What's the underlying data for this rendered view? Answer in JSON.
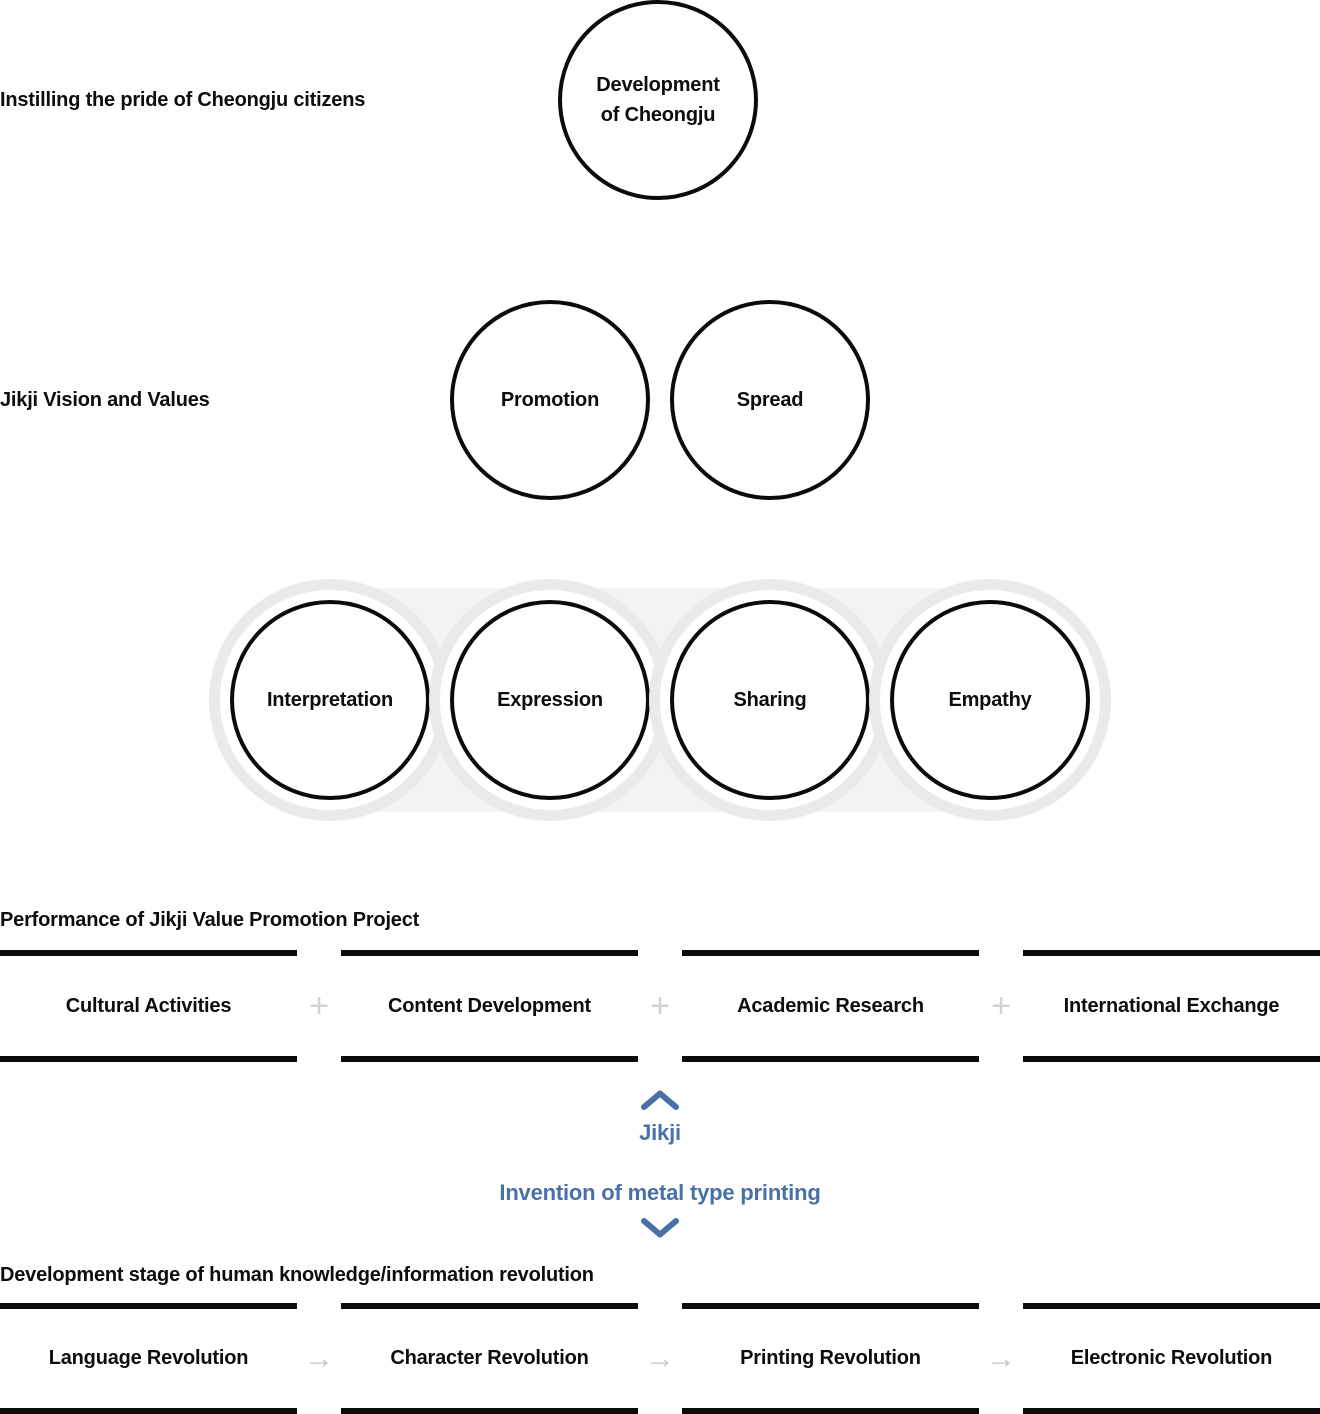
{
  "colors": {
    "accent_blue": "#4a70a8",
    "band_gray": "#f3f3f3",
    "halo_gray": "#eaeaea",
    "plus_gray": "#d2d2d2",
    "arrow_gray": "#c6c6c6",
    "ink": "#0d0d0d"
  },
  "pride": {
    "label": "Instilling the pride of Cheongju citizens",
    "circle_line1": "Development",
    "circle_line2": "of Cheongju"
  },
  "vision": {
    "label": "Jikji Vision and Values",
    "circle1": "Promotion",
    "circle2": "Spread"
  },
  "values": {
    "circle1": "Interpretation",
    "circle2": "Expression",
    "circle3": "Sharing",
    "circle4": "Empathy"
  },
  "performance": {
    "heading": "Performance of Jikji Value Promotion Project",
    "items": [
      "Cultural Activities",
      "Content Development",
      "Academic Research",
      "International Exchange"
    ],
    "separator": "+"
  },
  "bridge": {
    "top_label": "Jikji",
    "bottom_label": "Invention of metal type printing"
  },
  "stages": {
    "heading": "Development stage of human knowledge/information revolution",
    "items": [
      "Language Revolution",
      "Character Revolution",
      "Printing Revolution",
      "Electronic Revolution"
    ],
    "separator": "→"
  }
}
